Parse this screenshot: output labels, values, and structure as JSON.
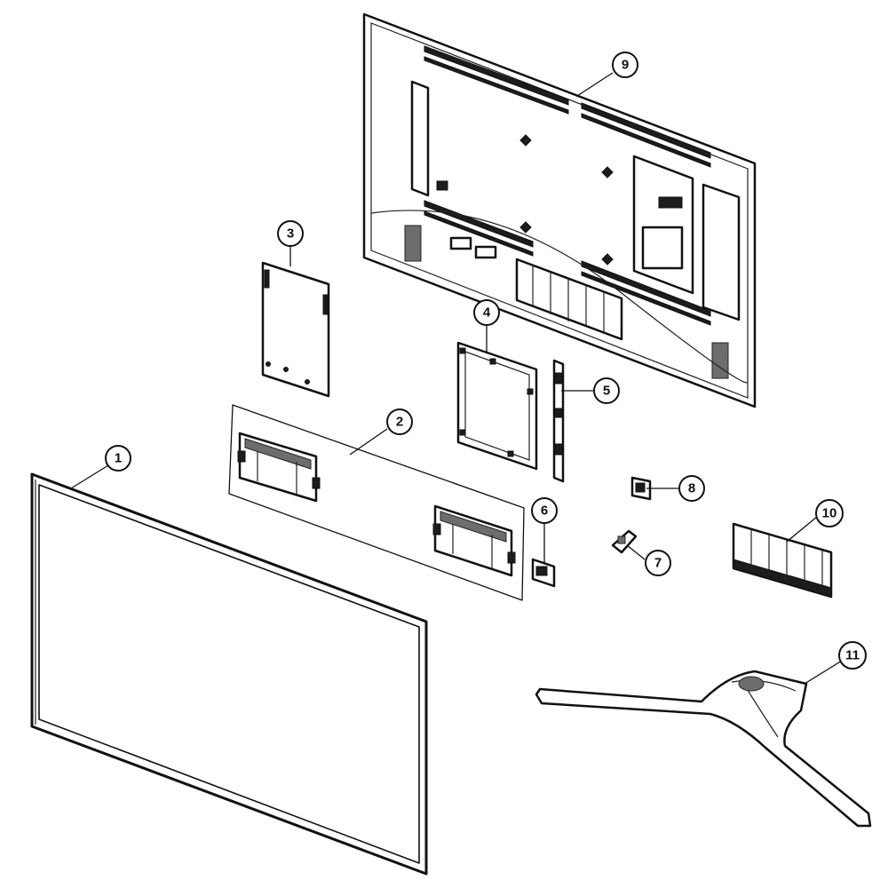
{
  "callouts": [
    {
      "label": "1"
    },
    {
      "label": "2"
    },
    {
      "label": "3"
    },
    {
      "label": "4"
    },
    {
      "label": "5"
    },
    {
      "label": "6"
    },
    {
      "label": "7"
    },
    {
      "label": "8"
    },
    {
      "label": "9"
    },
    {
      "label": "10"
    },
    {
      "label": "11"
    }
  ],
  "colors": {
    "line": "#111111",
    "background": "#ffffff",
    "shade": "#6d6d6d"
  }
}
